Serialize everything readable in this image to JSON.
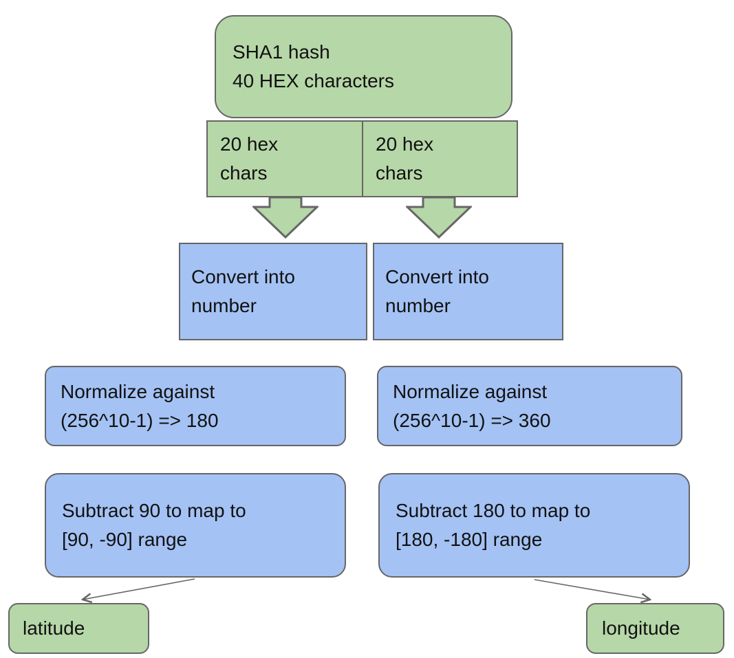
{
  "diagram": {
    "description": "Flowchart converting a SHA1 hash into latitude and longitude",
    "nodes": {
      "sha1": {
        "line1": "SHA1 hash",
        "line2": "40 HEX characters"
      },
      "hex_left": {
        "line1": "20 hex",
        "line2": "chars"
      },
      "hex_right": {
        "line1": "20 hex",
        "line2": "chars"
      },
      "convert_left": {
        "line1": "Convert into",
        "line2": "number"
      },
      "convert_right": {
        "line1": "Convert into",
        "line2": "number"
      },
      "normalize_left": {
        "line1": "Normalize against",
        "line2": "(256^10-1) => 180"
      },
      "normalize_right": {
        "line1": "Normalize against",
        "line2": "(256^10-1) => 360"
      },
      "subtract_left": {
        "line1": "Subtract 90 to map to",
        "line2": "[90, -90] range"
      },
      "subtract_right": {
        "line1": "Subtract 180 to map to",
        "line2": "[180, -180] range"
      },
      "latitude": {
        "label": "latitude"
      },
      "longitude": {
        "label": "longitude"
      }
    },
    "colors": {
      "green": "#b6d7a8",
      "blue": "#a4c2f4",
      "border": "#666666",
      "text": "#111111",
      "bg": "#ffffff"
    }
  }
}
